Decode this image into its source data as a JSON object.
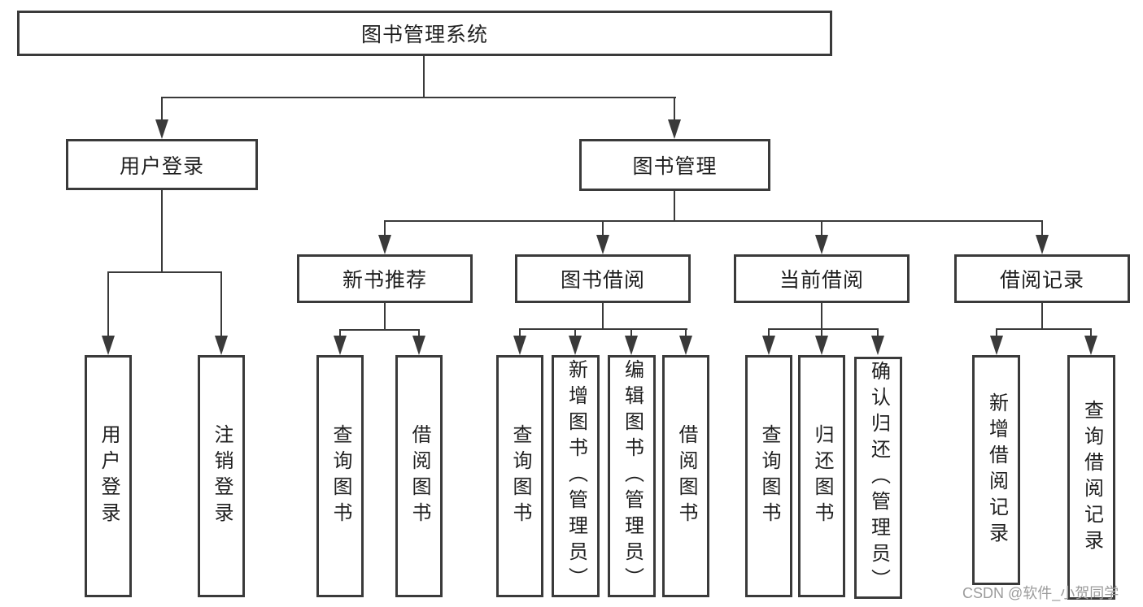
{
  "tree": {
    "label": "图书管理系统",
    "children": [
      {
        "label": "用户登录",
        "children": [
          {
            "label": "用户登录"
          },
          {
            "label": "注销登录"
          }
        ]
      },
      {
        "label": "图书管理",
        "children": [
          {
            "label": "新书推荐",
            "children": [
              {
                "label": "查询图书"
              },
              {
                "label": "借阅图书"
              }
            ]
          },
          {
            "label": "图书借阅",
            "children": [
              {
                "label": "查询图书"
              },
              {
                "label": "新增图书（管理员）"
              },
              {
                "label": "编辑图书（管理员）"
              },
              {
                "label": "借阅图书"
              }
            ]
          },
          {
            "label": "当前借阅",
            "children": [
              {
                "label": "查询图书"
              },
              {
                "label": "归还图书"
              },
              {
                "label": "确认归还（管理员）"
              }
            ]
          },
          {
            "label": "借阅记录",
            "children": [
              {
                "label": "新增借阅记录"
              },
              {
                "label": "查询借阅记录"
              }
            ]
          }
        ]
      }
    ]
  },
  "watermark": {
    "text": "CSDN @软件_小贺同学"
  },
  "colors": {
    "line": "#3a3a3a",
    "box_border": "#3a3a3a",
    "box_fill": "#ffffff",
    "text": "#1f1f1f",
    "watermark": "#9b9b9b",
    "background": "#ffffff"
  }
}
